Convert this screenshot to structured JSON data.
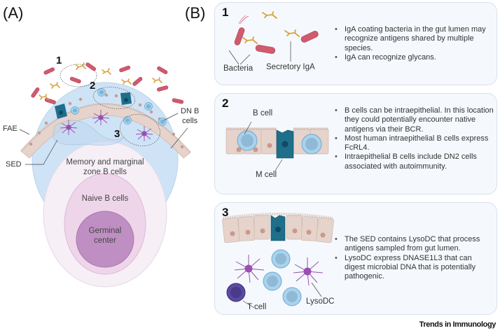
{
  "panel_a": {
    "letter": "(A)",
    "labels": {
      "num1": "1",
      "num2": "2",
      "num3": "3",
      "fae": "FAE",
      "sed": "SED",
      "dn_b_cells_line1": "DN B",
      "dn_b_cells_line2": "cells",
      "memory_line1": "Memory and marginal",
      "memory_line2": "zone B cells",
      "naive": "Naive B cells",
      "germinal_line1": "Germinal",
      "germinal_line2": "center"
    }
  },
  "panel_b": {
    "letter": "(B)",
    "boxes": [
      {
        "number": "1",
        "labels": [
          "Bacteria",
          "Secretory IgA"
        ],
        "bullets": [
          "IgA coating bacteria in the gut lumen may recognize antigens shared by multiple species.",
          "IgA can recognize glycans."
        ]
      },
      {
        "number": "2",
        "labels": [
          "B cell",
          "M cell"
        ],
        "bullets": [
          "B cells can be intraepithelial. In this location they could potentially encounter native antigens via their BCR.",
          "Most human intraepithelial B cells express FcRL4.",
          "Intraepithelial B cells include DN2 cells associated with autoimmunity."
        ]
      },
      {
        "number": "3",
        "labels": [
          "T cell",
          "LysoDC"
        ],
        "bullets": [
          "The SED contains LysoDC that process antigens sampled from gut lumen.",
          "LysoDC express DNASE1L3 that can digest microbial DNA that is potentially pathogenic."
        ]
      }
    ]
  },
  "credit": "Trends in Immunology",
  "colors": {
    "bacteria": "#d05a6e",
    "iga": "#d9a23a",
    "epithelium": "#e6d3cb",
    "nucleus": "#c99a8c",
    "m_cell": "#1f6f8b",
    "b_cell": "#a9d2ec",
    "sed": "#cfe3f6",
    "memory_zone": "#f6eff6",
    "naive_zone": "#efd5ea",
    "germinal_center": "#bf8fc3",
    "lyso_dc": "#9b4fb0",
    "t_cell": "#5d4aa0",
    "box_bg": "#f5f9fd"
  }
}
